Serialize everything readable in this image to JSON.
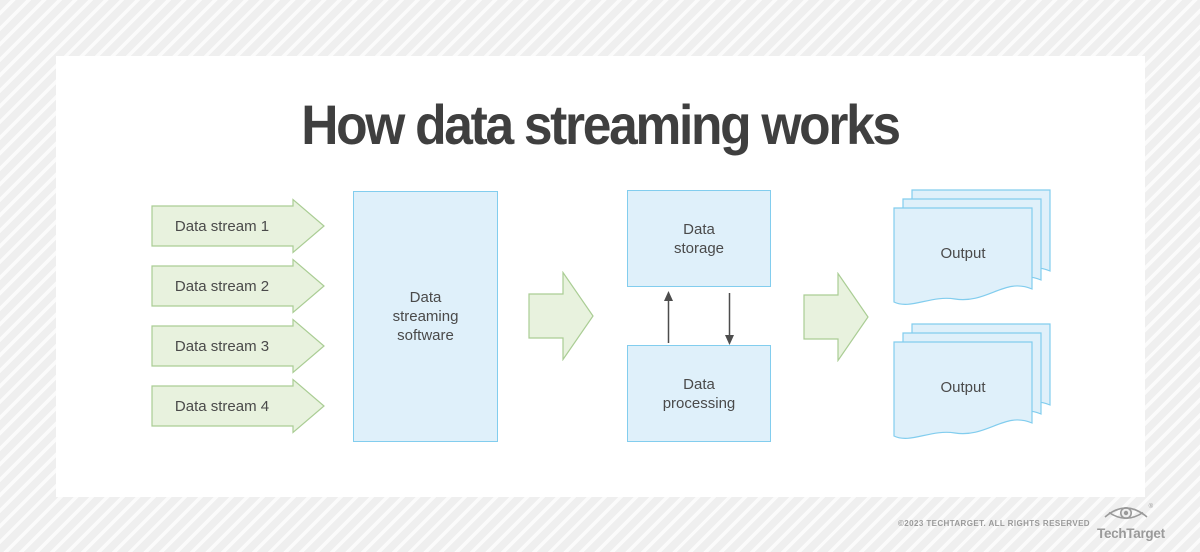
{
  "title": "How data streaming works",
  "streams": [
    "Data stream 1",
    "Data stream 2",
    "Data stream 3",
    "Data stream 4"
  ],
  "nodes": {
    "software": "Data streaming software",
    "storage": "Data storage",
    "processing": "Data processing",
    "output_top": "Output",
    "output_bottom": "Output"
  },
  "footer": {
    "copyright": "©2023 TECHTARGET. ALL RIGHTS RESERVED",
    "brand": "TechTarget",
    "registered_mark": "®"
  },
  "colors": {
    "green_fill": "#e8f2de",
    "green_stroke": "#aacd94",
    "blue_fill": "#dff0fa",
    "blue_stroke": "#82cdee",
    "ink": "#4a4a4a",
    "title_ink": "#3f3f3f",
    "arrow_line": "#4d4d4d",
    "muted": "#9a9a9a"
  }
}
